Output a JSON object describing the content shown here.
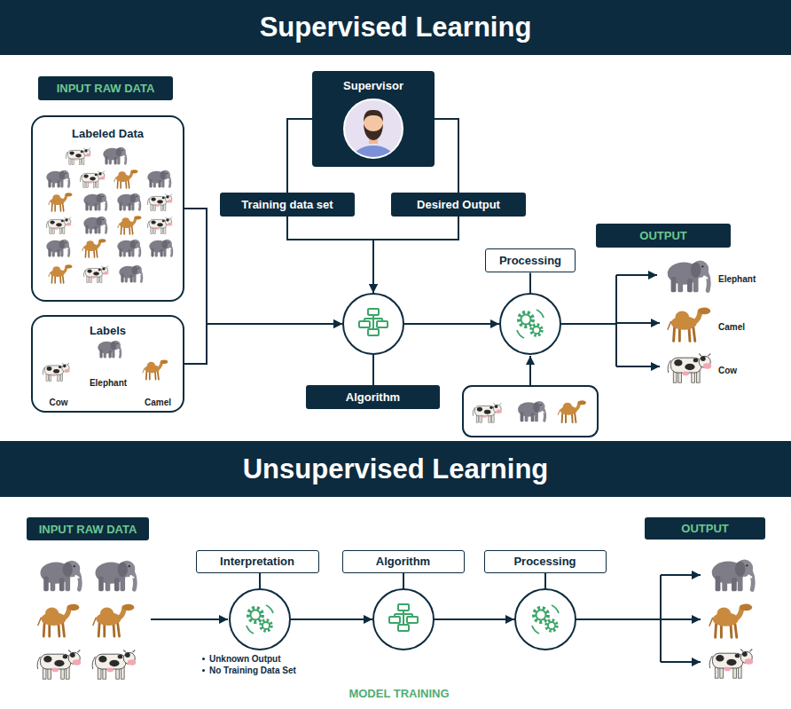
{
  "diagram": {
    "nodes": [
      {
        "text": [
          "Supervised Learning"
        ]
      },
      {
        "text": [
          "INPUT RAW DATA"
        ]
      },
      {
        "text": [
          "Supervisor"
        ]
      },
      {
        "text": [
          "Labeled Data"
        ]
      },
      {
        "text": [
          "Training data set"
        ]
      },
      {
        "text": [
          "Desired Output"
        ]
      },
      {
        "text": [
          "OUTPUT"
        ]
      },
      {
        "text": [
          "Processing"
        ]
      },
      {
        "text": [
          "Algorithm"
        ]
      },
      {
        "text": [
          "Labels",
          "Elephant",
          "Cow",
          "Camel"
        ]
      },
      {
        "text": [
          "Unsupervised Learning"
        ]
      },
      {
        "text": [
          "INPUT RAW DATA"
        ]
      },
      {
        "text": [
          "OUTPUT"
        ]
      },
      {
        "text": [
          "Interpretation",
          "Unknown Output",
          "No Training Data Set"
        ]
      },
      {
        "text": [
          "Algorithm"
        ]
      },
      {
        "text": [
          "Processing"
        ]
      }
    ],
    "edges": [
      {
        "from": 2,
        "to": 4,
        "arrow": "none"
      },
      {
        "from": 2,
        "to": 5,
        "arrow": "none"
      },
      {
        "from": 4,
        "to": 8,
        "arrow": "to"
      },
      {
        "from": 5,
        "to": 8,
        "arrow": "to"
      },
      {
        "from": 3,
        "to": 8,
        "arrow": "to"
      },
      {
        "from": 9,
        "to": 8,
        "arrow": "to"
      },
      {
        "from": 8,
        "to": 7,
        "arrow": "to"
      },
      {
        "from": 13,
        "to": 14,
        "arrow": "to"
      },
      {
        "from": 14,
        "to": 15,
        "arrow": "to"
      }
    ],
    "labels": [
      "Elephant",
      "Camel",
      "Cow",
      "MODEL TRAINING"
    ]
  }
}
